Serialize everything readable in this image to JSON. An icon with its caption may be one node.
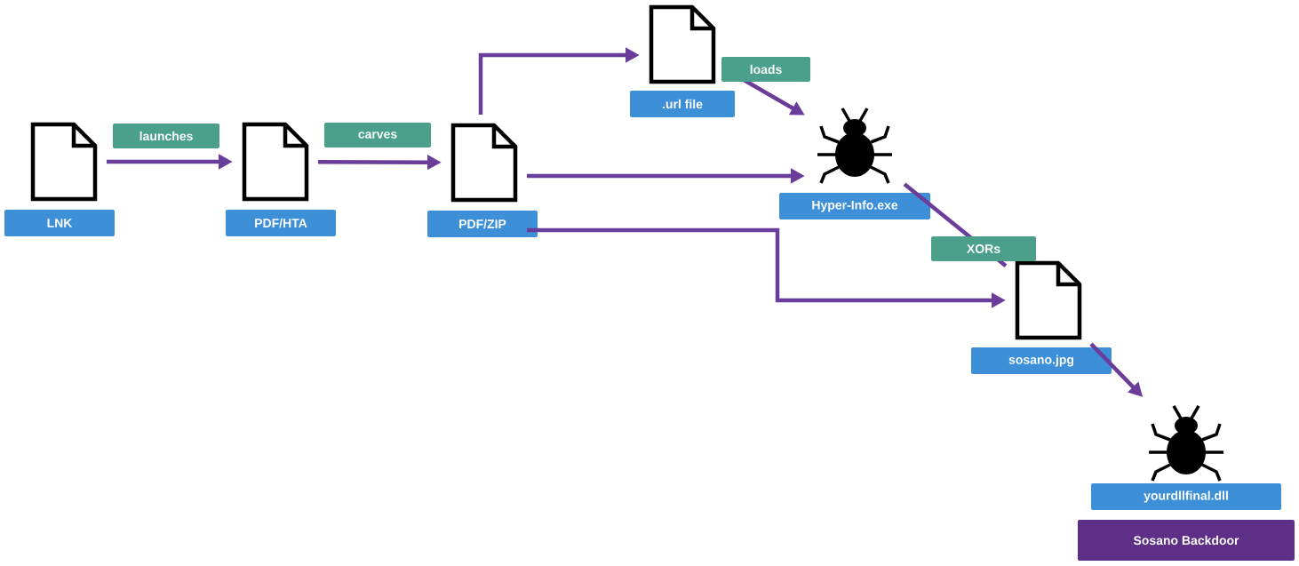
{
  "diagram": {
    "nodes": [
      {
        "text": [],
        "shape": "document",
        "beside": [
          "LNK"
        ]
      },
      {
        "text": [],
        "shape": "document",
        "beside": [
          "PDF/HTA"
        ]
      },
      {
        "text": [],
        "shape": "document",
        "beside": [
          "PDF/ZIP"
        ]
      },
      {
        "text": [],
        "shape": "document",
        "beside": [
          ".url file"
        ]
      },
      {
        "text": [],
        "shape": "bug",
        "beside": [
          "Hyper-Info.exe"
        ]
      },
      {
        "text": [],
        "shape": "document",
        "beside": [
          "sosano.jpg"
        ]
      },
      {
        "text": [],
        "shape": "bug",
        "beside": [
          "yourdllfinal.dll"
        ]
      },
      {
        "text": [
          "Sosano Backdoor"
        ]
      }
    ],
    "edges": [
      {
        "from": 0,
        "to": 1,
        "arrow": "to",
        "label": "launches"
      },
      {
        "from": 1,
        "to": 2,
        "arrow": "to",
        "label": "carves"
      },
      {
        "from": 2,
        "to": 3,
        "arrow": "to"
      },
      {
        "from": 3,
        "to": 4,
        "arrow": "to",
        "label": "loads"
      },
      {
        "from": 2,
        "to": 4,
        "arrow": "to"
      },
      {
        "from": 4,
        "to": 5,
        "arrow": "none",
        "label": "XORs"
      },
      {
        "from": 5,
        "to": 6,
        "arrow": "to"
      },
      {
        "from": 2,
        "to": 5,
        "arrow": "to"
      }
    ]
  }
}
